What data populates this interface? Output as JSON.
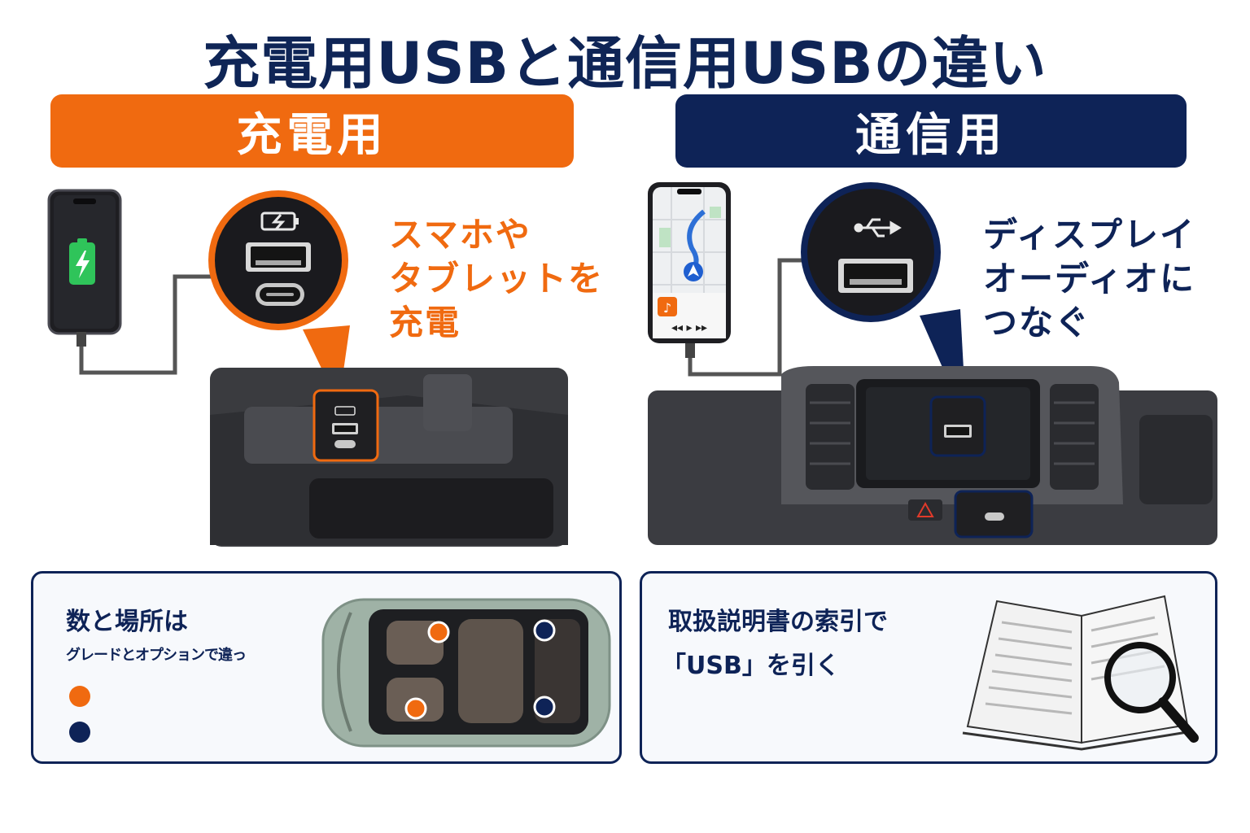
{
  "title": "充電用USBと通信用USBの違い",
  "charging": {
    "banner": "充電用",
    "callout_lines": [
      "スマホや",
      "タブレットを",
      "充電"
    ]
  },
  "data": {
    "banner": "通信用",
    "callout_lines": [
      "ディスプレイ",
      "オーディオに",
      "つなぐ"
    ]
  },
  "location_card": {
    "heading": "数と場所は",
    "subheading": "グレードとオプションで違っ"
  },
  "manual_card": {
    "line1": "取扱説明書の索引で",
    "line2": "「USB」を引く"
  },
  "colors": {
    "orange": "#f06a10",
    "navy": "#0e2357",
    "title": "#0f2556"
  },
  "icons": [
    "phone-icon",
    "battery-charging-icon",
    "usb-a-port-icon",
    "usb-c-port-icon",
    "usb-trident-icon",
    "map-pin-icon",
    "music-note-icon",
    "media-controls-icon",
    "car-top-view",
    "open-book-icon",
    "magnifier-icon",
    "hazard-icon"
  ]
}
